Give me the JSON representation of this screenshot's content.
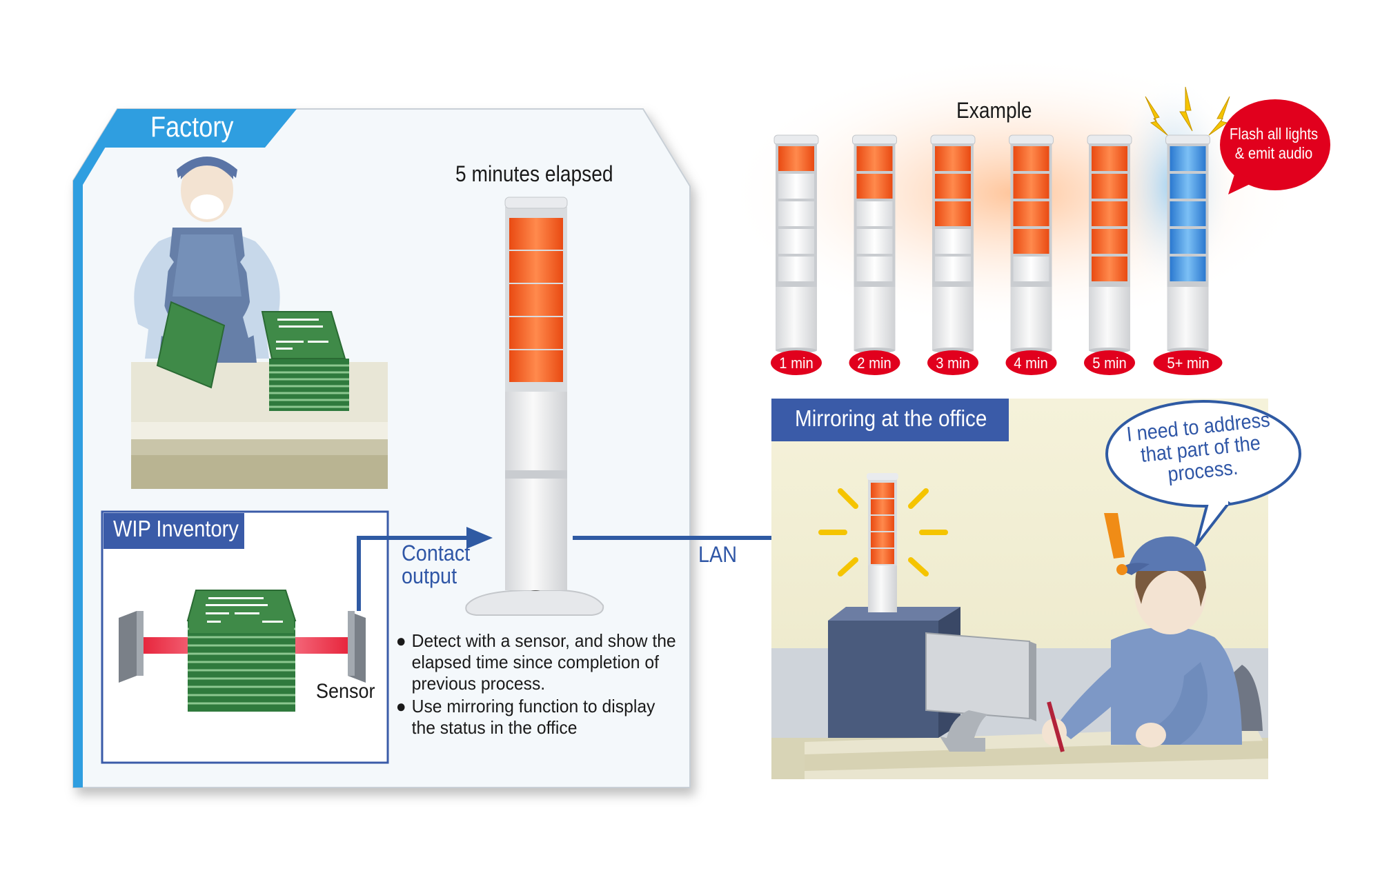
{
  "factory": {
    "title": "Factory",
    "wip_title": "WIP Inventory",
    "sensor_label": "Sensor",
    "elapsed_label": "5 minutes elapsed",
    "contact_label": "Contact output",
    "lan_label": "LAN",
    "bullets": [
      "Detect with a sensor, and show the elapsed time since completion of previous process.",
      "Use mirroring function to display the status in the office"
    ],
    "bullet_glyph": "●"
  },
  "example": {
    "title": "Example",
    "towers": [
      {
        "label": "1 min",
        "lit_tiers": 1,
        "color": "#f25c1f"
      },
      {
        "label": "2 min",
        "lit_tiers": 2,
        "color": "#f25c1f"
      },
      {
        "label": "3 min",
        "lit_tiers": 3,
        "color": "#f25c1f"
      },
      {
        "label": "4 min",
        "lit_tiers": 4,
        "color": "#f25c1f"
      },
      {
        "label": "5 min",
        "lit_tiers": 5,
        "color": "#f25c1f"
      },
      {
        "label": "5+ min",
        "lit_tiers": 5,
        "color": "#3b8fe0"
      }
    ],
    "flash_note": "Flash all lights & emit audio"
  },
  "office": {
    "title": "Mirroring at the office",
    "speech": "I need to address that part of the process."
  },
  "colors": {
    "accent_blue": "#2f9ee0",
    "header_navy": "#3a5ba8",
    "arrow_blue": "#2f5aa3",
    "alert_red": "#e1001d",
    "lamp_orange": "#f25c1f",
    "board_green": "#3f8a48"
  }
}
